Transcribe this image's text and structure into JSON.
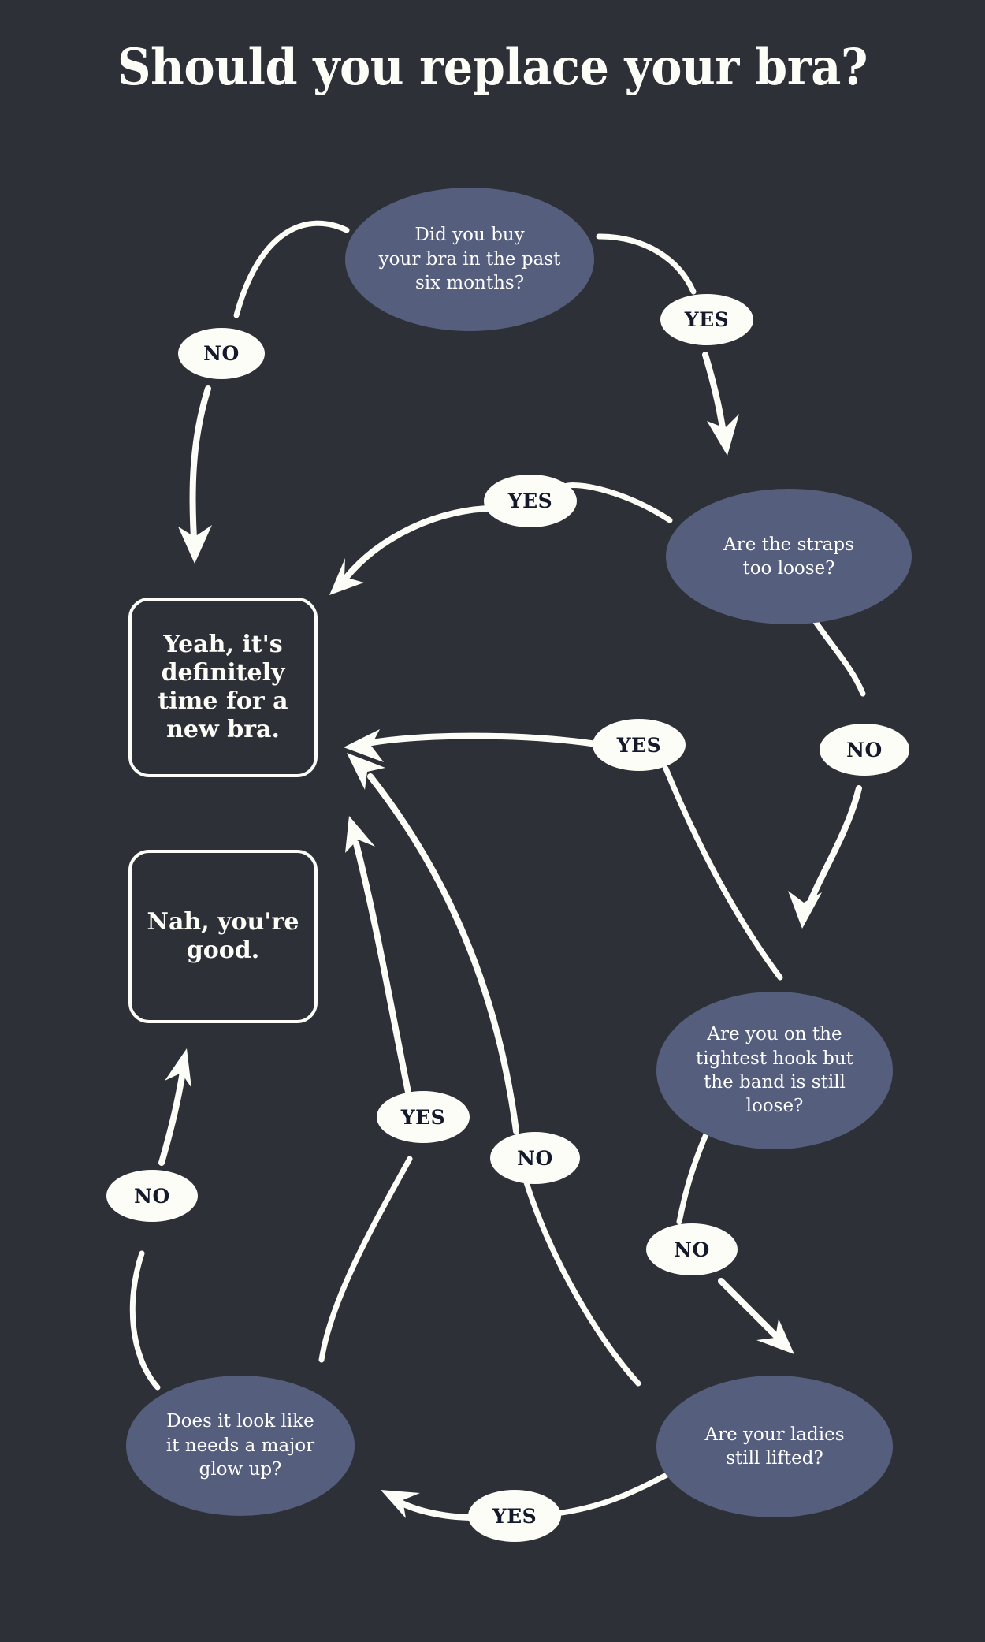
{
  "page": {
    "title": "Should you replace your bra?",
    "background_color": "#2d3036",
    "node_color": "#565e7e",
    "line_color": "#fdfdf8",
    "label_text_color": "#141a2c"
  },
  "chart_data": {
    "type": "diagram",
    "title": "Should you replace your bra?",
    "nodes": [
      {
        "id": "q1",
        "kind": "question",
        "text": "Did you buy your bra in the past six months?"
      },
      {
        "id": "q2",
        "kind": "question",
        "text": "Are the straps too loose?"
      },
      {
        "id": "q3",
        "kind": "question",
        "text": "Are you on the tightest hook but the band is still loose?"
      },
      {
        "id": "q4",
        "kind": "question",
        "text": "Are your ladies still lifted?"
      },
      {
        "id": "q5",
        "kind": "question",
        "text": "Does it look like it needs a major glow up?"
      },
      {
        "id": "r1",
        "kind": "result",
        "text": "Yeah, it's definitely time for a new bra."
      },
      {
        "id": "r2",
        "kind": "result",
        "text": "Nah, you're good."
      }
    ],
    "edges": [
      {
        "from": "q1",
        "to": "r1",
        "label": "NO"
      },
      {
        "from": "q1",
        "to": "q2",
        "label": "YES"
      },
      {
        "from": "q2",
        "to": "r1",
        "label": "YES"
      },
      {
        "from": "q2",
        "to": "q3",
        "label": "NO"
      },
      {
        "from": "q3",
        "to": "r1",
        "label": "YES"
      },
      {
        "from": "q3",
        "to": "q4",
        "label": "NO"
      },
      {
        "from": "q4",
        "to": "q5",
        "label": "YES"
      },
      {
        "from": "q4",
        "to": "r1",
        "label": "NO"
      },
      {
        "from": "q5",
        "to": "r1",
        "label": "YES"
      },
      {
        "from": "q5",
        "to": "r2",
        "label": "NO"
      }
    ]
  },
  "nodes": {
    "q1": {
      "line1": "Did you buy",
      "line2": "your bra in the past",
      "line3": "six months?"
    },
    "q2": {
      "line1": "Are the straps",
      "line2": "too loose?"
    },
    "q3": {
      "line1": "Are you on the",
      "line2": "tightest hook but",
      "line3": "the band is still",
      "line4": "loose?"
    },
    "q4": {
      "line1": "Are your ladies",
      "line2": "still lifted?"
    },
    "q5": {
      "line1": "Does it look like",
      "line2": "it needs a major",
      "line3": "glow up?"
    }
  },
  "results": {
    "r1": {
      "line1": "Yeah, it's",
      "line2": "definitely",
      "line3": "time for",
      "line4": "a new bra."
    },
    "r2": {
      "line1": "Nah,",
      "line2": "you're",
      "line3": "good."
    }
  },
  "labels": {
    "q1_no": "NO",
    "q1_yes": "YES",
    "q2_yes": "YES",
    "q2_no": "NO",
    "q3_yes": "YES",
    "q3_no": "NO",
    "q4_yes": "YES",
    "q4_no": "NO",
    "q5_yes": "YES",
    "q5_no": "NO"
  }
}
